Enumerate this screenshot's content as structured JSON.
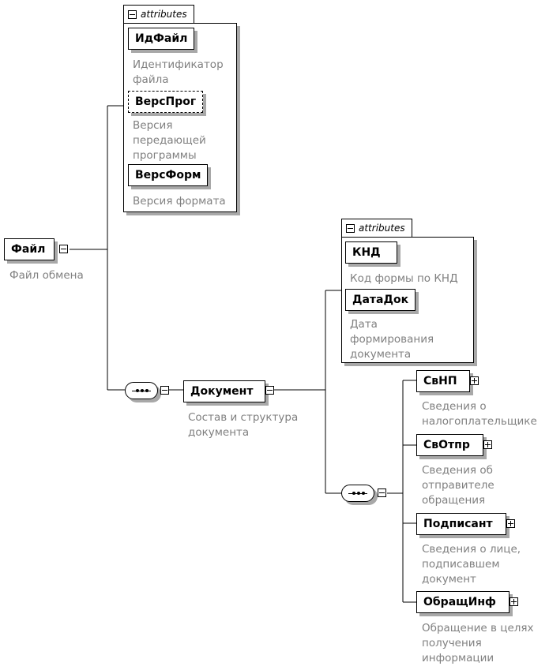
{
  "root": {
    "name": "Файл",
    "description": "Файл обмена",
    "attributes_label": "attributes",
    "attributes": [
      {
        "name": "ИдФайл",
        "description": "Идентификатор\nфайла"
      },
      {
        "name": "ВерсПрог",
        "description": "Версия\nпередающей\nпрограммы"
      },
      {
        "name": "ВерсФорм",
        "description": "Версия формата"
      }
    ]
  },
  "document": {
    "name": "Документ",
    "description": "Состав и структура\nдокумента",
    "attributes_label": "attributes",
    "attributes": [
      {
        "name": "КНД",
        "description": "Код формы по КНД"
      },
      {
        "name": "ДатаДок",
        "description": "Дата\nформирования\nдокумента"
      }
    ],
    "children": [
      {
        "name": "СвНП",
        "description": "Сведения о\nналогоплательщике"
      },
      {
        "name": "СвОтпр",
        "description": "Сведения об\nотправителе\nобращения"
      },
      {
        "name": "Подписант",
        "description": "Сведения о лице,\nподписавшем\nдокумент"
      },
      {
        "name": "ОбращИнф",
        "description": "Обращение в целях\nполучения\nинформации"
      }
    ]
  }
}
